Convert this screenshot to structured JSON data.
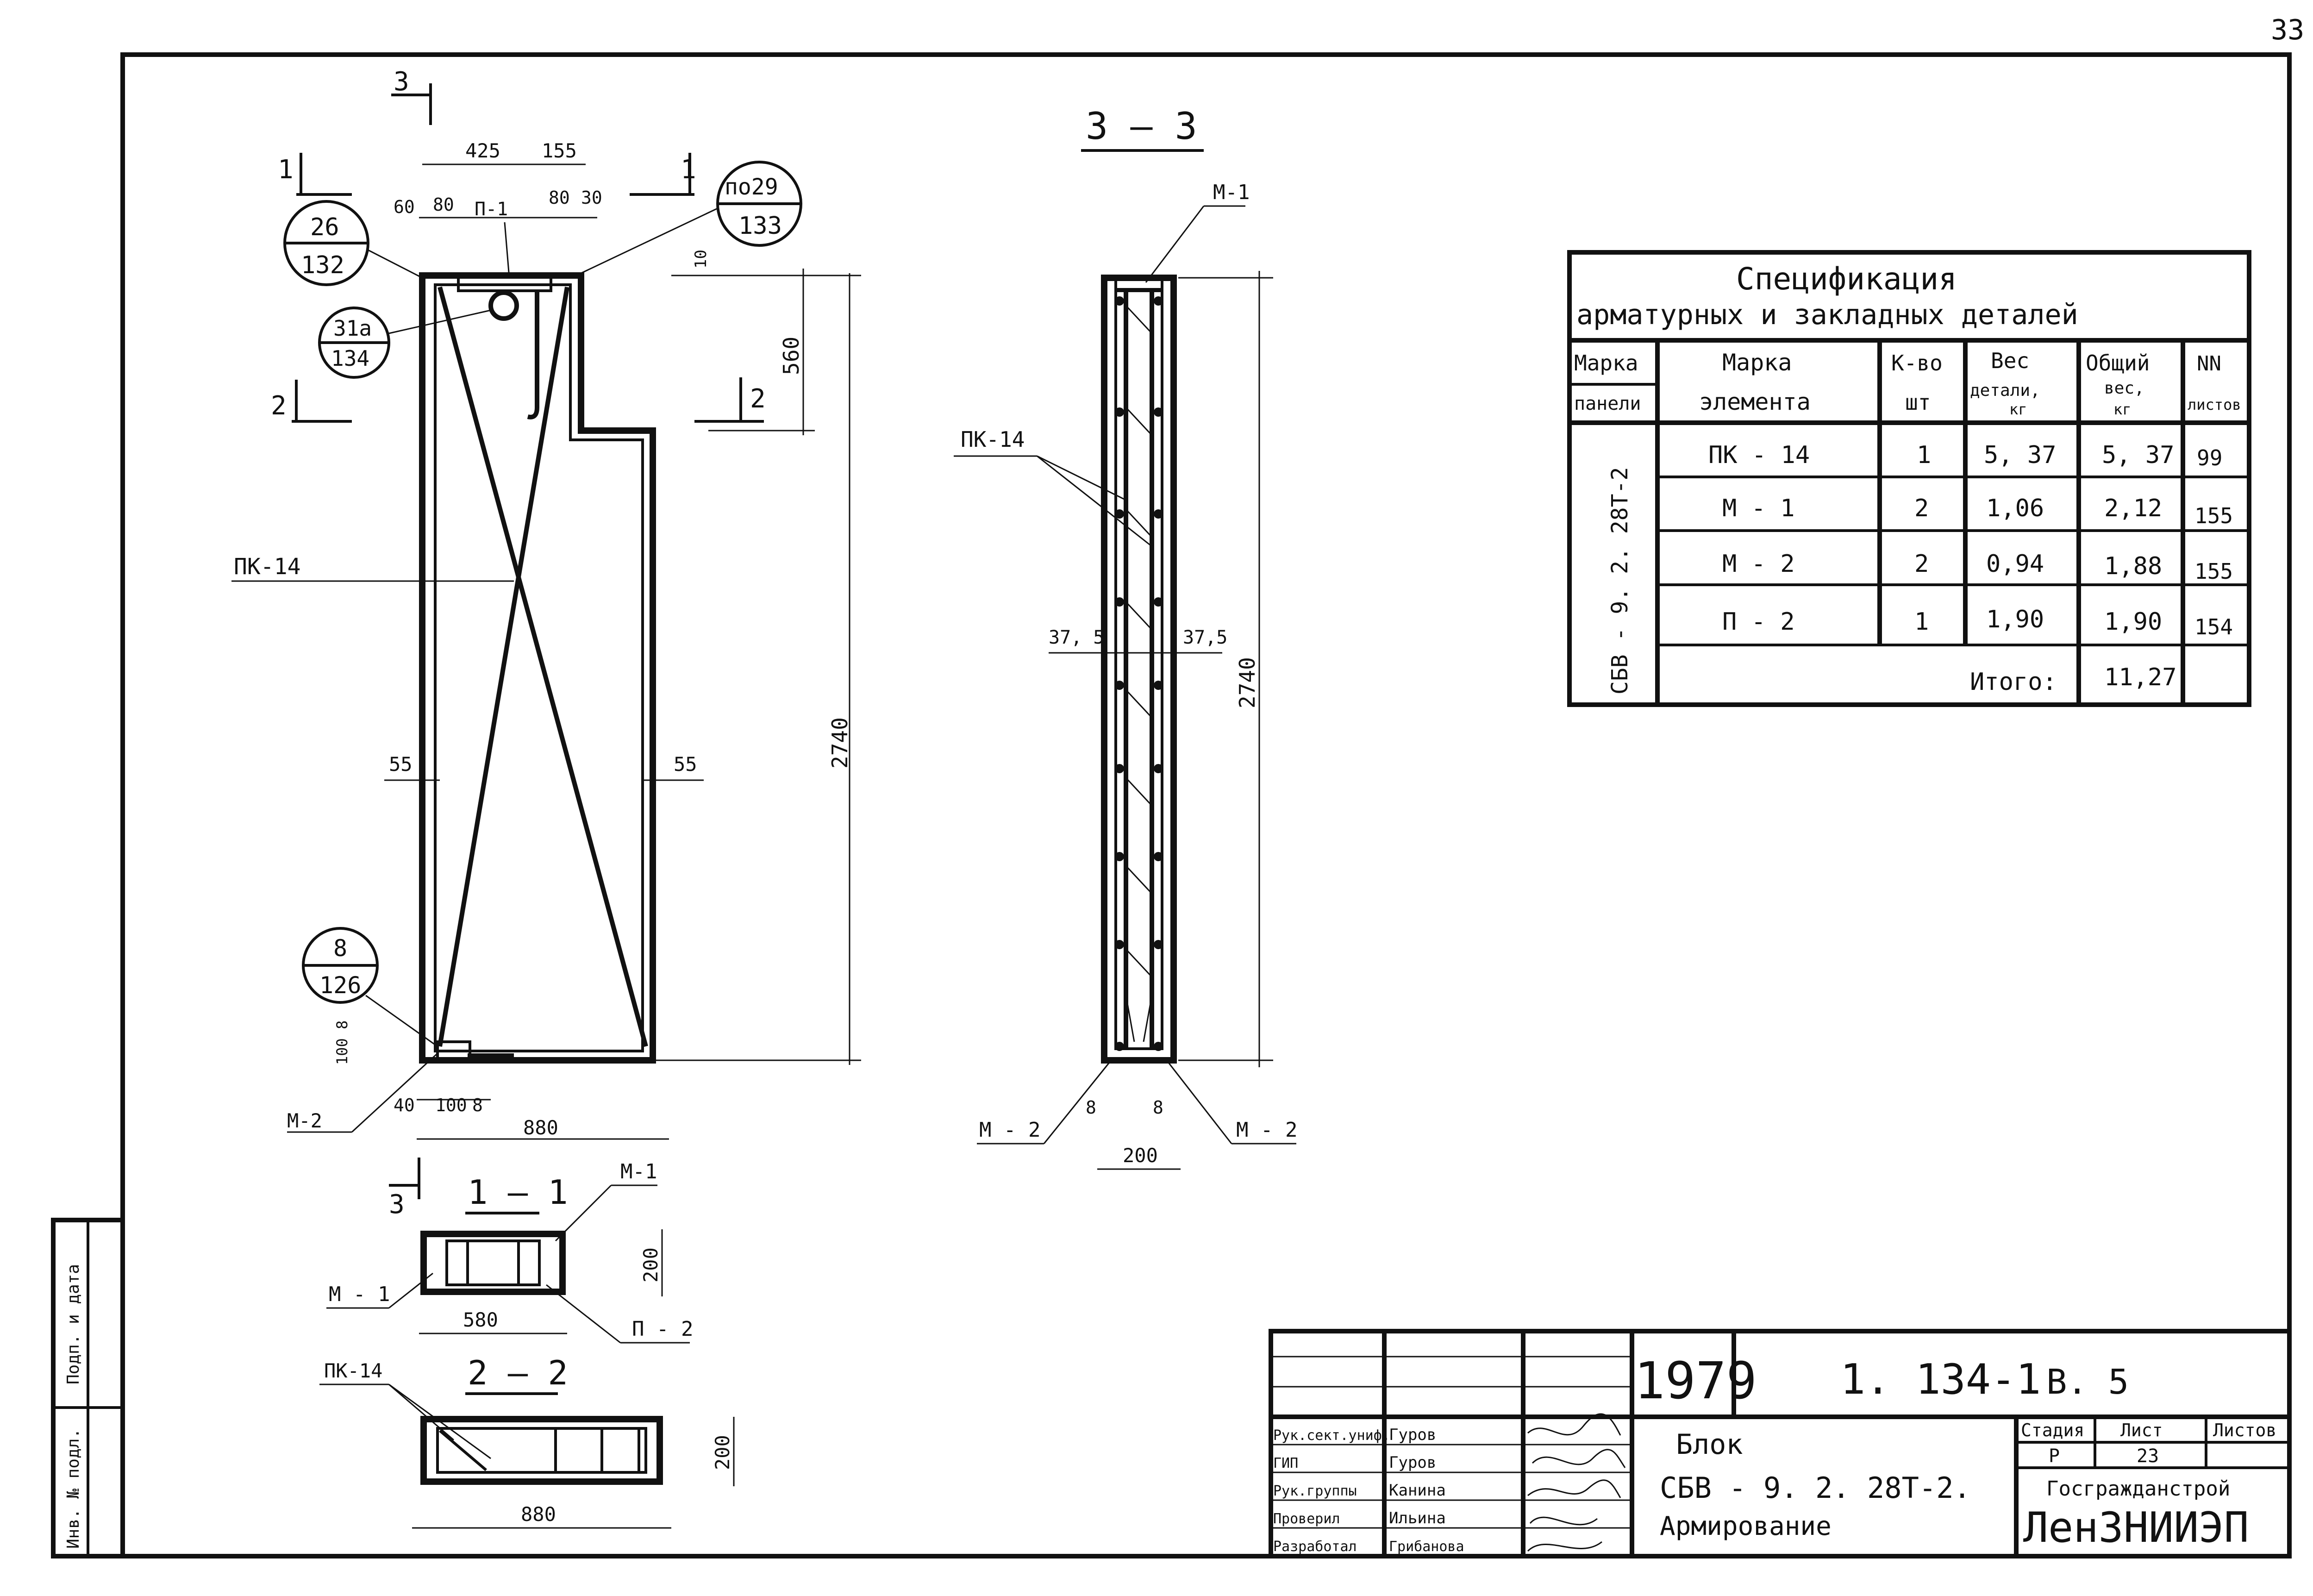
{
  "page_number": "33",
  "top_view": {
    "cut_3_top": "3",
    "cut_3_bottom": "3",
    "cut_1": "1",
    "cut_1_right": "1",
    "cut_2": "2",
    "cut_2_right": "2",
    "dims": {
      "d425": "425",
      "d155": "155",
      "d60": "60",
      "d80a": "80",
      "d80b": "80",
      "d30": "30",
      "d10": "10",
      "d560": "560",
      "d2740": "2740",
      "d55l": "55",
      "d55r": "55",
      "d100_8": "100 8",
      "d40": "40",
      "d100": "100",
      "d8": "8",
      "d880": "880"
    },
    "labels": {
      "p1": "П-1",
      "pk14": "ПК-14",
      "m2": "М-2"
    },
    "bubbles": {
      "b1_top": "26",
      "b1_bot": "132",
      "b2_top": "по29",
      "b2_bot": "133",
      "b3_top": "31а",
      "b3_bot": "134",
      "b4_top": "8",
      "b4_bot": "126"
    }
  },
  "section_33": {
    "title": "3 — 3",
    "m1": "М-1",
    "pk14": "ПК-14",
    "d37_5_l": "37, 5",
    "d37_5_r": "37,5",
    "d2740": "2740",
    "m2_l": "М - 2",
    "m2_r": "М - 2",
    "d8_l": "8",
    "d8_r": "8",
    "d200": "200"
  },
  "section_11": {
    "title": "1 — 1",
    "m1_top": "М-1",
    "m1_left": "М - 1",
    "p2": "П - 2",
    "d580": "580",
    "d200": "200"
  },
  "section_22": {
    "title": "2 — 2",
    "pk14": "ПК-14",
    "d880": "880",
    "d200": "200"
  },
  "spec": {
    "title1": "Спецификация",
    "title2": "арматурных и закладных деталей",
    "headers": {
      "h1a": "Марка",
      "h1b": "панели",
      "h2a": "Марка",
      "h2b": "элемента",
      "h3a": "К-во",
      "h3b": "шт",
      "h4a": "Вес",
      "h4b": "детали,",
      "h4c": "кг",
      "h5a": "Общий",
      "h5b": "вес,",
      "h5c": "кг",
      "h6a": "NN",
      "h6b": "листов"
    },
    "panel_mark": "СБВ - 9. 2. 28Т-2",
    "rows": [
      {
        "mark": "ПК - 14",
        "qty": "1",
        "w": "5, 37",
        "tw": "5, 37",
        "sheet": "99"
      },
      {
        "mark": "М - 1",
        "qty": "2",
        "w": "1,06",
        "tw": "2,12",
        "sheet": "155"
      },
      {
        "mark": "М - 2",
        "qty": "2",
        "w": "0,94",
        "tw": "1,88",
        "sheet": "155"
      },
      {
        "mark": "П - 2",
        "qty": "1",
        "w": "1,90",
        "tw": "1,90",
        "sheet": "154"
      }
    ],
    "total_label": "Итого:",
    "total_value": "11,27"
  },
  "side_stamp": {
    "sign_date": "Подп. и дата",
    "inv_no": "Инв. № подл."
  },
  "title_block": {
    "year": "1979",
    "code": "1. 134-1",
    "issue": "В. 5",
    "roles": [
      {
        "role": "Рук.сект.униф.",
        "name": "Гуров"
      },
      {
        "role": "ГИП",
        "name": "Гуров"
      },
      {
        "role": "Рук.группы",
        "name": "Канина"
      },
      {
        "role": "Проверил",
        "name": "Ильина"
      },
      {
        "role": "Разработал",
        "name": "Грибанова"
      }
    ],
    "desc1": "Блок",
    "desc2": "СБВ - 9. 2. 28Т-2.",
    "desc3": "Армирование",
    "stage_label": "Стадия",
    "sheet_label": "Лист",
    "sheets_label": "Листов",
    "stage": "Р",
    "sheet": "23",
    "org1": "Госгражданстрой",
    "org2": "ЛенЗНИИЭП"
  }
}
